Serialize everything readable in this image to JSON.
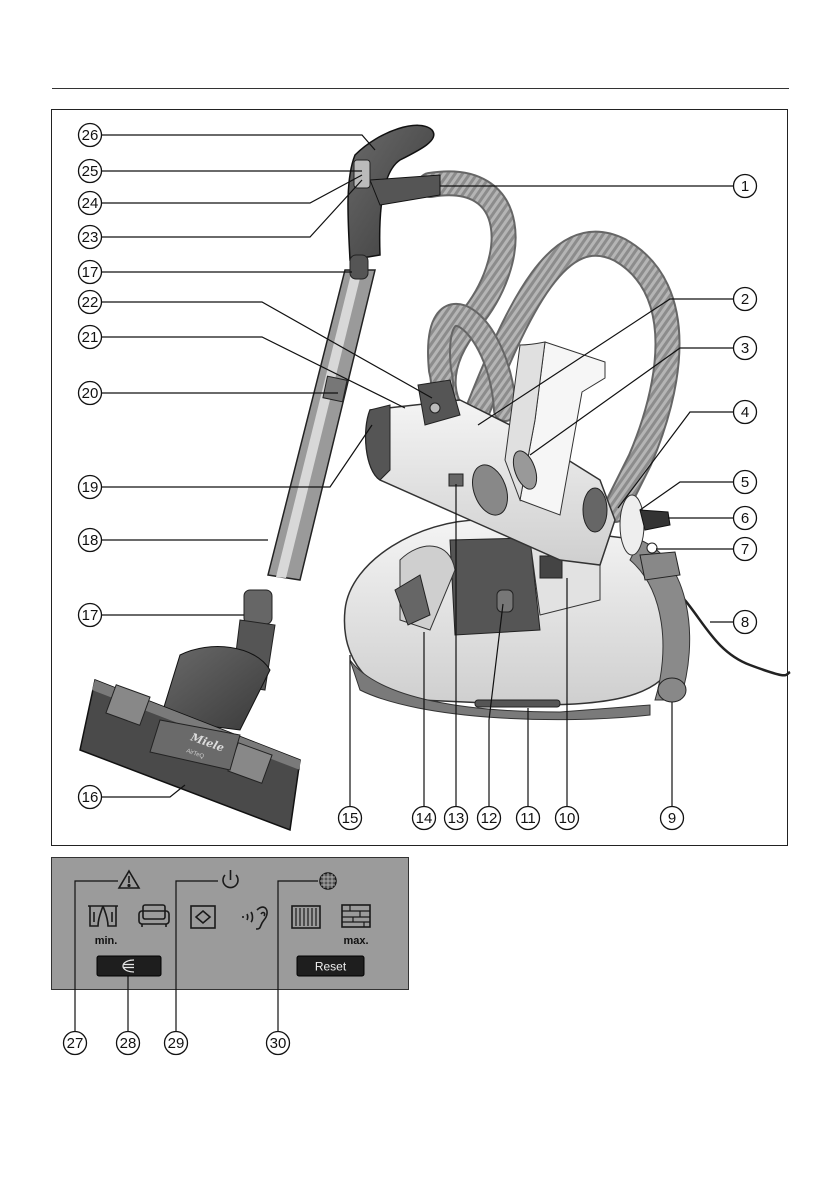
{
  "diagram": {
    "callouts_main": [
      "1",
      "2",
      "3",
      "4",
      "5",
      "6",
      "7",
      "8",
      "9",
      "10",
      "11",
      "12",
      "13",
      "14",
      "15",
      "16",
      "17",
      "18",
      "19",
      "20",
      "21",
      "22",
      "23",
      "24",
      "25",
      "26"
    ],
    "callouts_panel": [
      "27",
      "28",
      "29",
      "30"
    ],
    "nozzle_brand": "Miele",
    "nozzle_model": "AirTeQ"
  },
  "control_panel": {
    "label_min": "min.",
    "label_max": "max.",
    "reset_button": "Reset",
    "icons": [
      "warning-icon",
      "power-icon",
      "filter-icon",
      "curtain-icon",
      "upholstery-icon",
      "rug-icon",
      "quiet-icon",
      "carpet-icon",
      "hard-floor-icon",
      "energy-icon"
    ]
  }
}
